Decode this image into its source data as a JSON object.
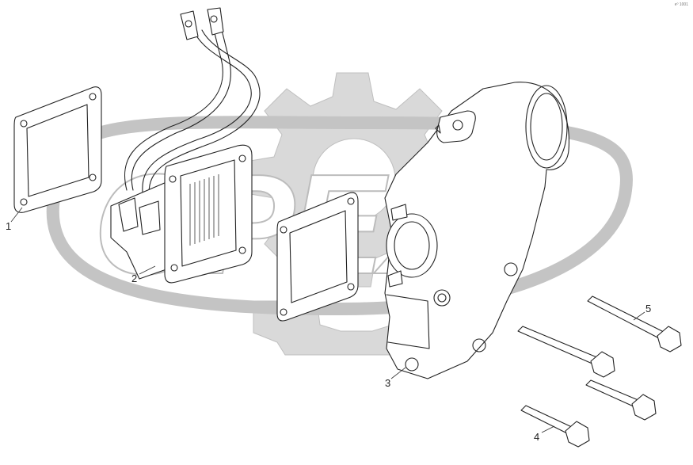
{
  "corner_mark": "e⁰ 1001",
  "watermark": "OPEX",
  "callouts": [
    {
      "id": "1",
      "label": "1",
      "part": "gasket"
    },
    {
      "id": "2",
      "label": "2",
      "part": "intake heater element"
    },
    {
      "id": "3",
      "label": "3",
      "part": "intake manifold connection"
    },
    {
      "id": "4",
      "label": "4",
      "part": "flange bolt"
    },
    {
      "id": "5",
      "label": "5",
      "part": "flange bolt"
    }
  ]
}
